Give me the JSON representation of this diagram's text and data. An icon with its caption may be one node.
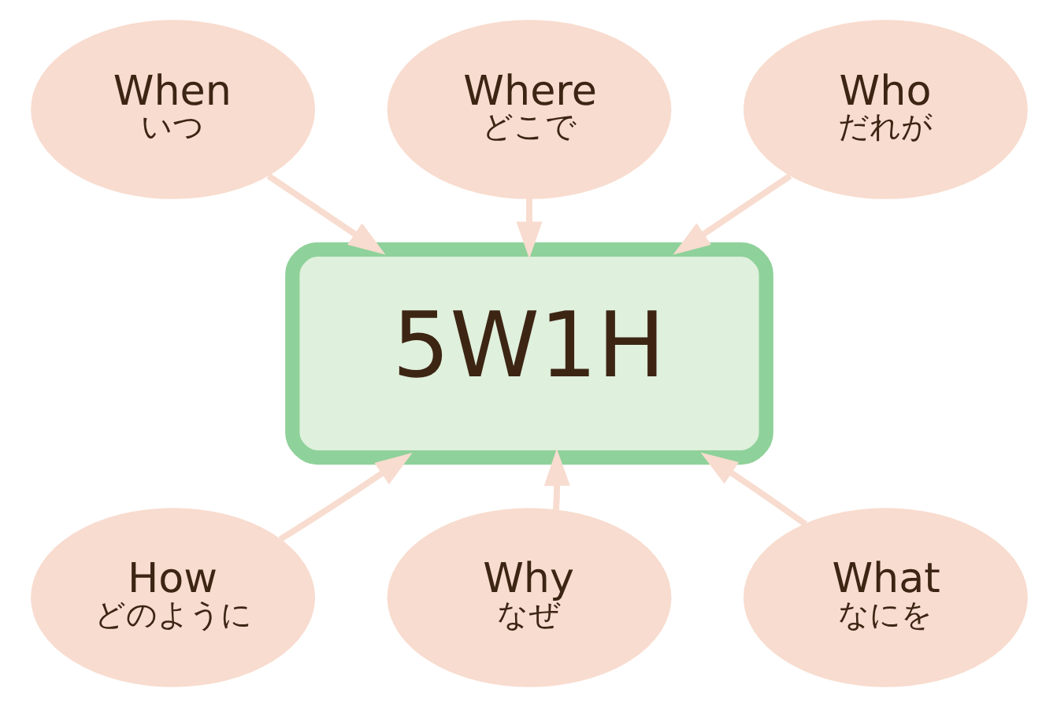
{
  "diagram": {
    "nodes": [
      {
        "text": [
          "When",
          "いつ"
        ]
      },
      {
        "text": [
          "Where",
          "どこで"
        ]
      },
      {
        "text": [
          "Who",
          "だれが"
        ]
      },
      {
        "text": [
          "5W1H"
        ]
      },
      {
        "text": [
          "How",
          "どのように"
        ]
      },
      {
        "text": [
          "Why",
          "なぜ"
        ]
      },
      {
        "text": [
          "What",
          "なにを"
        ]
      }
    ],
    "edges": [
      {
        "from": 0,
        "to": 3,
        "arrow": "to"
      },
      {
        "from": 1,
        "to": 3,
        "arrow": "to"
      },
      {
        "from": 2,
        "to": 3,
        "arrow": "to"
      },
      {
        "from": 4,
        "to": 3,
        "arrow": "to"
      },
      {
        "from": 5,
        "to": 3,
        "arrow": "to"
      },
      {
        "from": 6,
        "to": 3,
        "arrow": "to"
      }
    ]
  }
}
